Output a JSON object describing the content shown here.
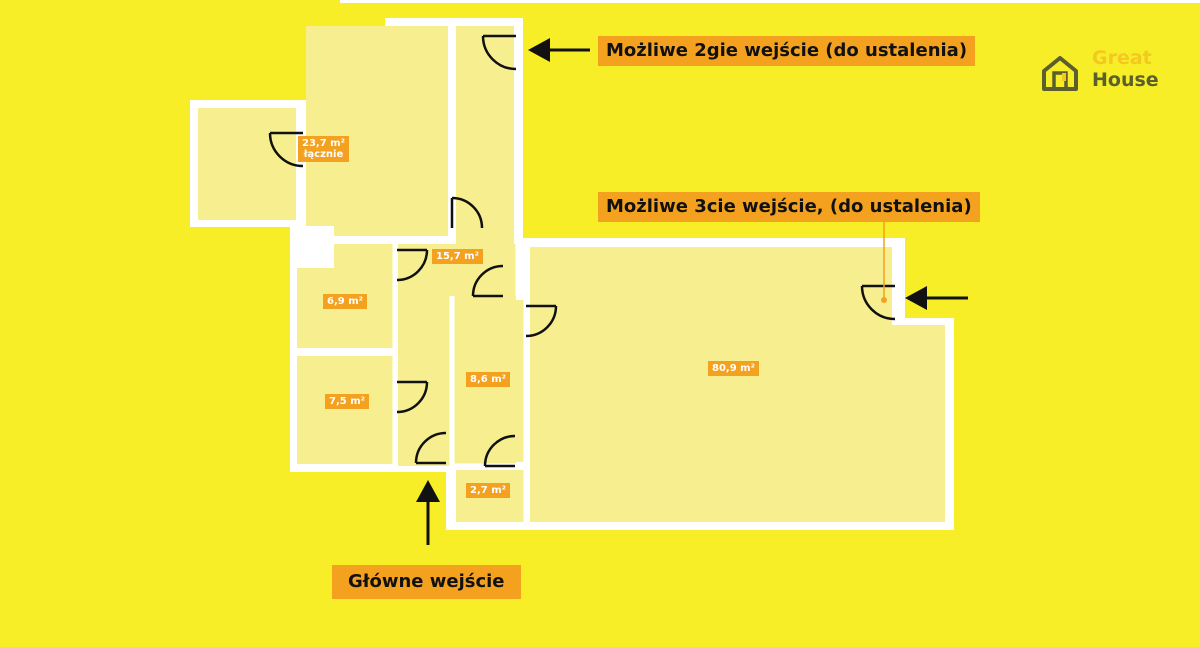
{
  "brand": {
    "line1": "Great",
    "line2": "House",
    "logo_icon": "house-icon",
    "colors": {
      "accent": "#f3c820",
      "dark": "#5b5f2d"
    }
  },
  "labels": {
    "entrance_2": "Możliwe 2gie wejście (do ustalenia)",
    "entrance_3": "Możliwe 3cie wejście, (do ustalenia)",
    "main_entrance": "Główne wejście"
  },
  "rooms": [
    {
      "id": "room-23-7",
      "line1": "23,7 m²",
      "line2": "łącznie"
    },
    {
      "id": "room-15-7",
      "line1": "15,7 m²"
    },
    {
      "id": "room-6-9",
      "line1": "6,9 m²"
    },
    {
      "id": "room-7-5",
      "line1": "7,5 m²"
    },
    {
      "id": "room-8-6",
      "line1": "8,6 m²"
    },
    {
      "id": "room-2-7",
      "line1": "2,7 m²"
    },
    {
      "id": "room-80-9",
      "line1": "80,9 m²"
    }
  ],
  "colors": {
    "background": "#f7ee27",
    "floor": "#f7ef8f",
    "wall": "#ffffff",
    "tag": "#f3a11f",
    "arrow": "#111111"
  }
}
